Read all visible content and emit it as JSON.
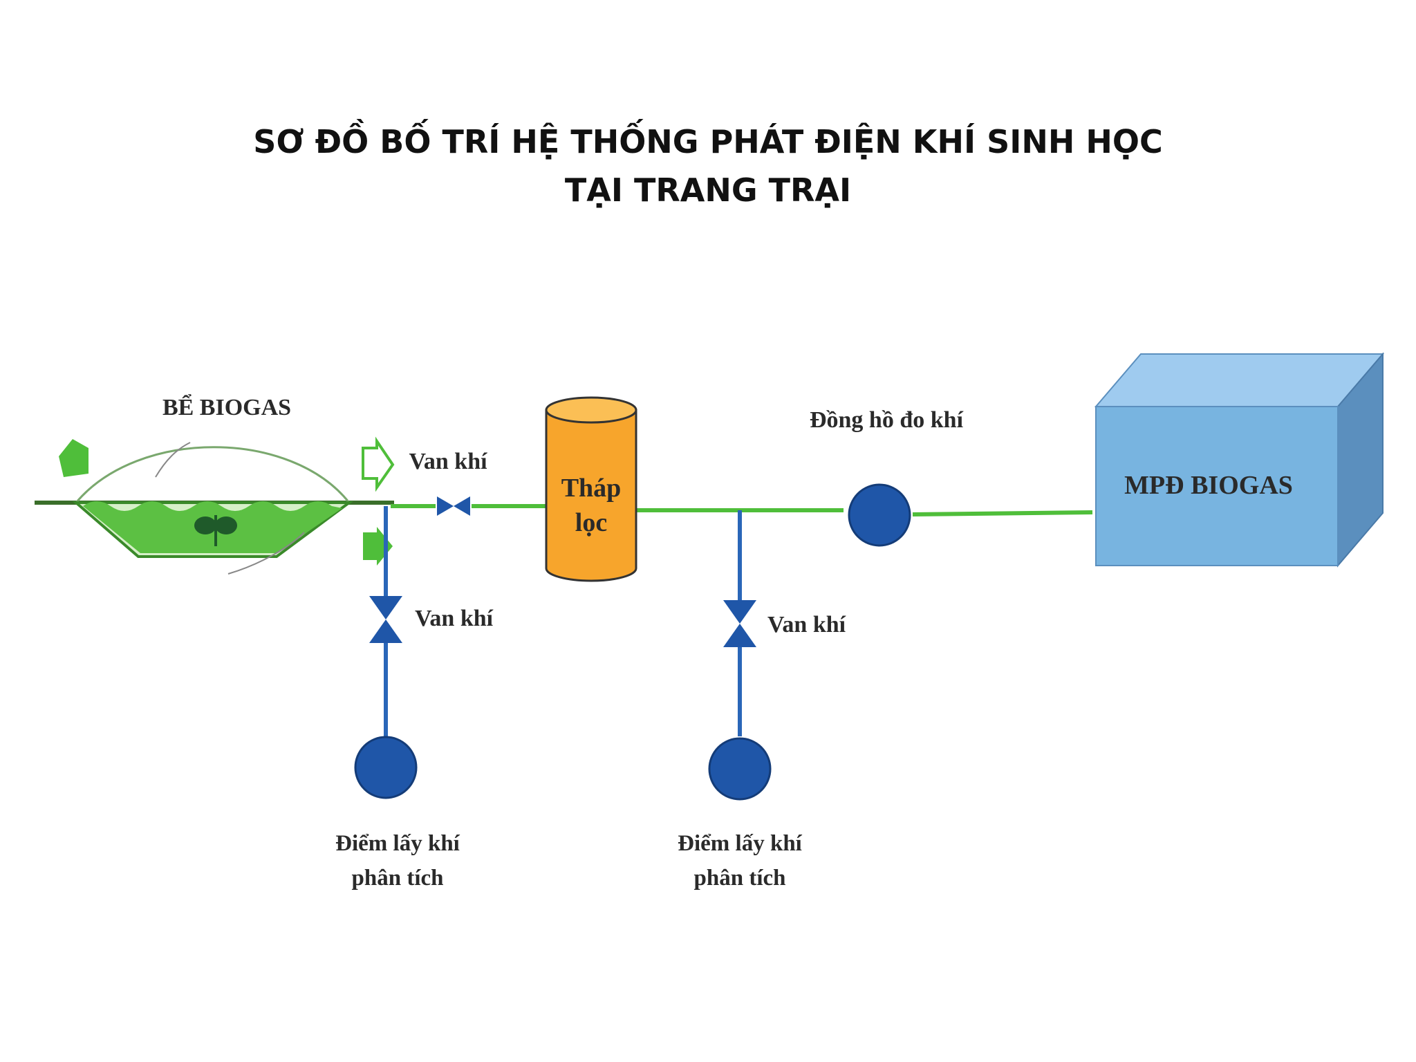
{
  "title": {
    "line1": "SƠ ĐỒ BỐ TRÍ HỆ THỐNG PHÁT ĐIỆN KHÍ SINH HỌC",
    "line2": "TẠI TRANG TRẠI"
  },
  "labels": {
    "biogas_tank": "BỂ BIOGAS",
    "valve_main": "Van khí",
    "valve_left": "Van khí",
    "valve_right": "Van khí",
    "filter_line1": "Tháp",
    "filter_line2": "lọc",
    "gas_meter": "Đồng hồ đo khí",
    "generator": "MPĐ BIOGAS",
    "sample_left_line1": "Điểm lấy khí",
    "sample_left_line2": "phân tích",
    "sample_right_line1": "Điểm lấy khí",
    "sample_right_line2": "phân tích"
  },
  "colors": {
    "gas_pipe": "#4fbe3a",
    "sample_pipe": "#2a66b8",
    "valve": "#1f56a8",
    "node": "#1f56a8",
    "filter_tower": "#f7a52c",
    "generator_front": "#78b4e0",
    "generator_side": "#5b8fbe",
    "generator_top": "#9fcbef",
    "tank_fill": "#4fbe3a"
  }
}
